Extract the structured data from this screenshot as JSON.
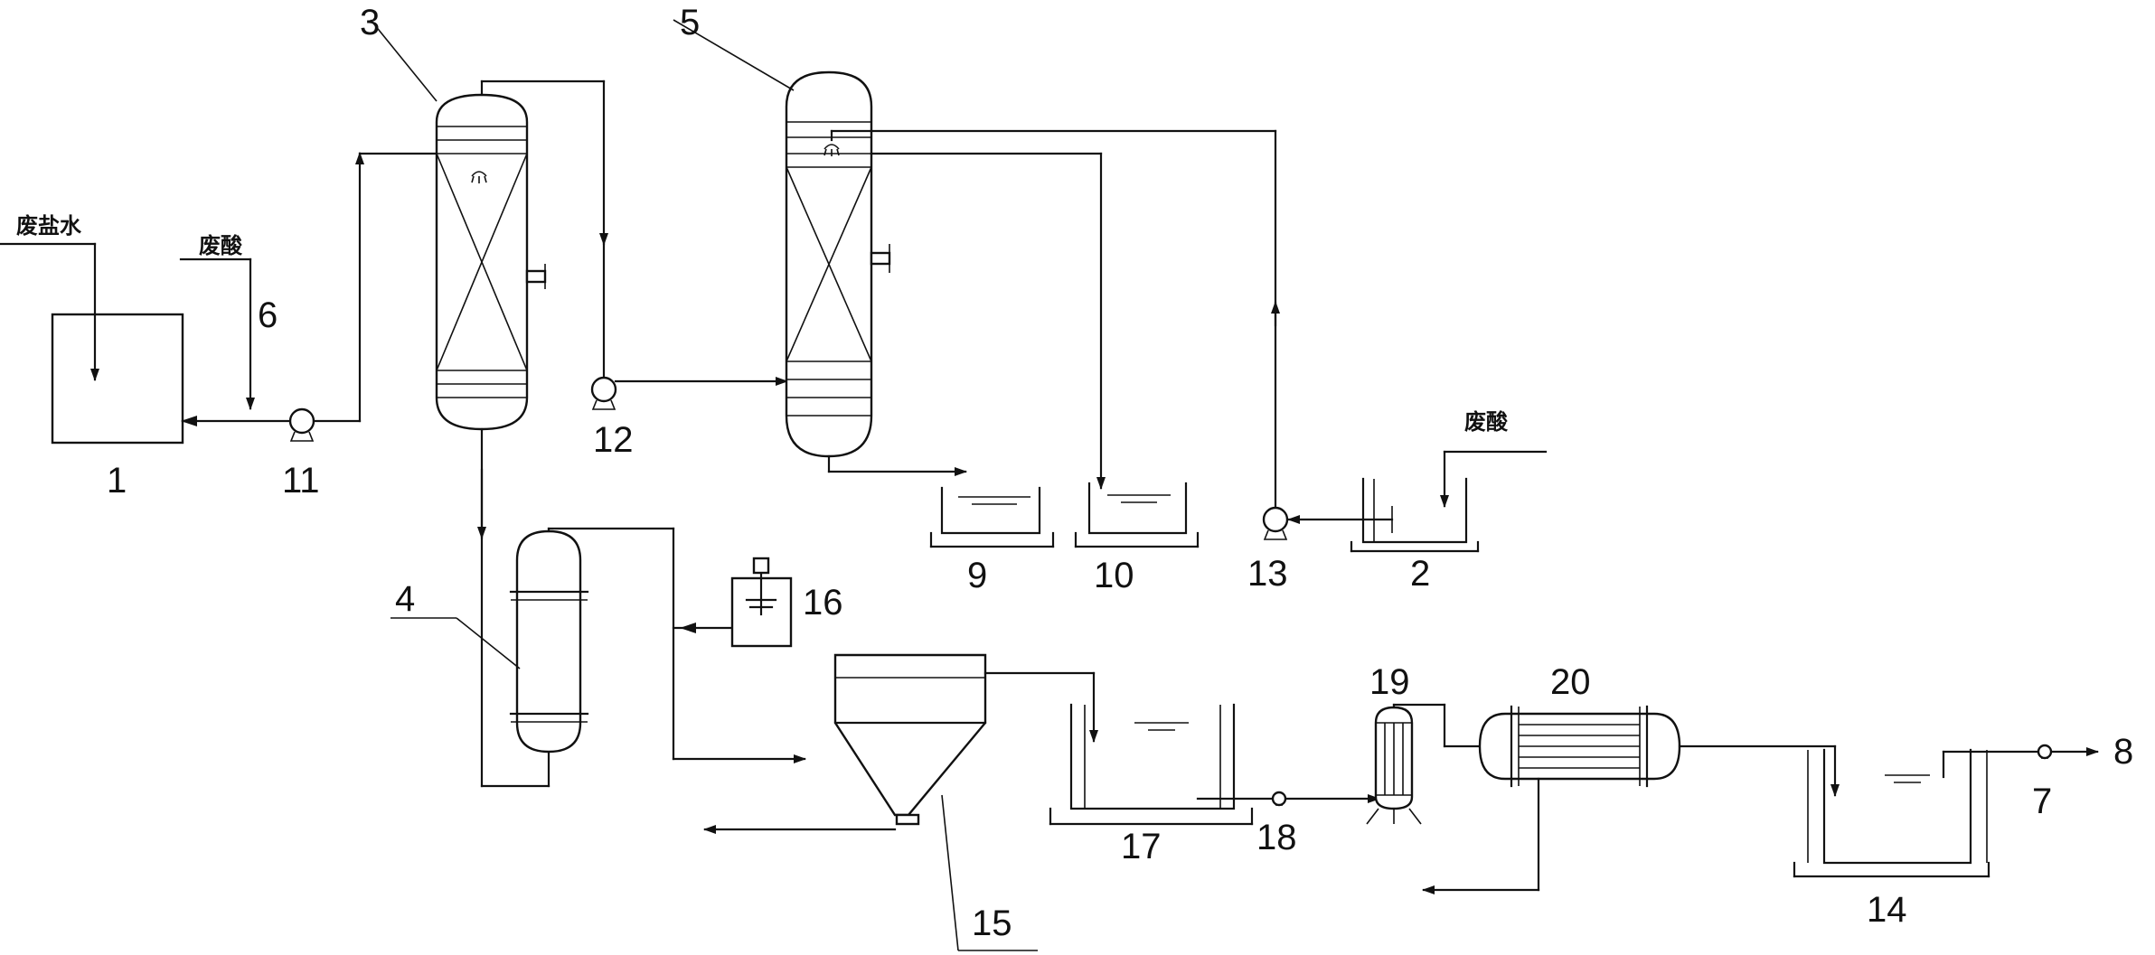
{
  "labels": {
    "waste_brine": "废盐水",
    "waste_acid_1": "废酸",
    "waste_acid_2": "废酸"
  },
  "numbers": {
    "n1": "1",
    "n2": "2",
    "n3": "3",
    "n4": "4",
    "n5": "5",
    "n6": "6",
    "n7": "7",
    "n8": "8",
    "n9": "9",
    "n10": "10",
    "n11": "11",
    "n12": "12",
    "n13": "13",
    "n14": "14",
    "n15": "15",
    "n16": "16",
    "n17": "17",
    "n18": "18",
    "n19": "19",
    "n20": "20"
  }
}
